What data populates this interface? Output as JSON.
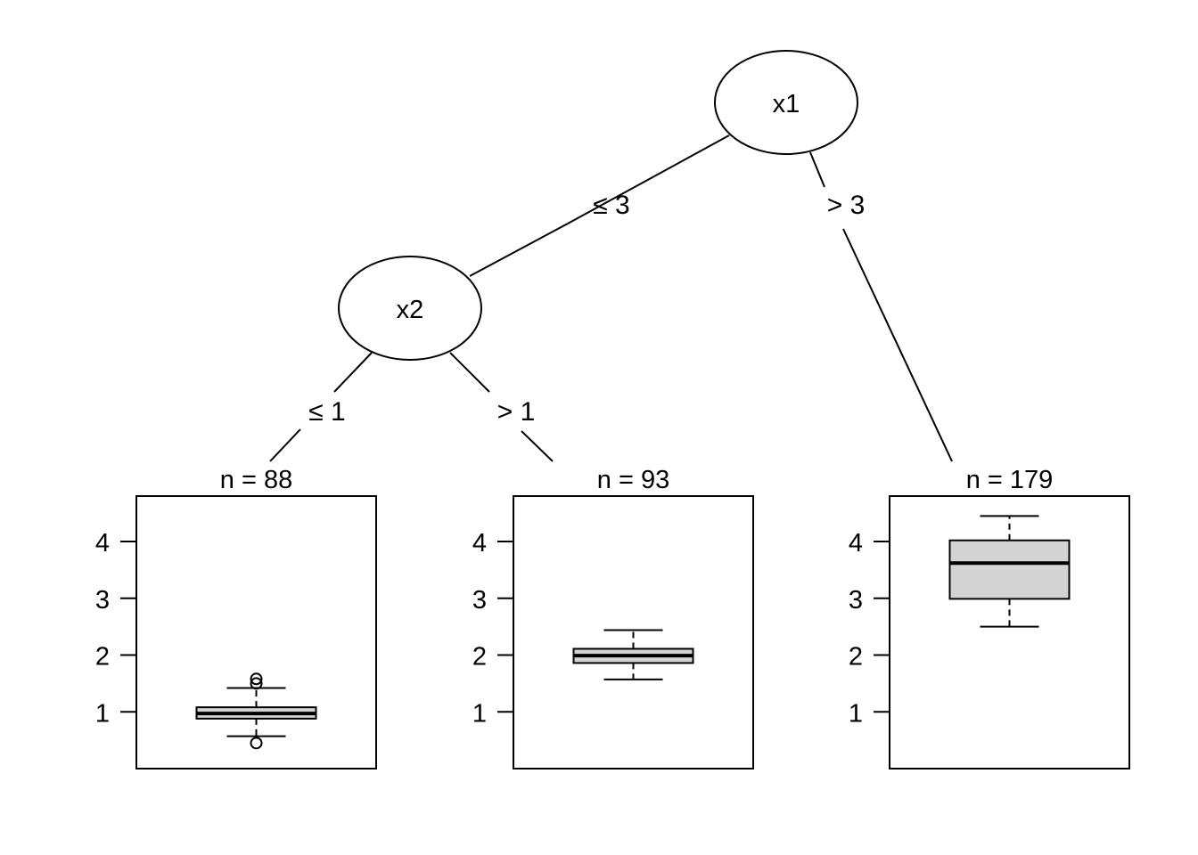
{
  "tree": {
    "nodes": [
      {
        "id": "x1",
        "label": "x1"
      },
      {
        "id": "x2",
        "label": "x2"
      }
    ],
    "edges": [
      {
        "from": "x1",
        "to": "x2",
        "label": "≤ 3"
      },
      {
        "from": "x1",
        "to": "leaf3",
        "label": "> 3"
      },
      {
        "from": "x2",
        "to": "leaf1",
        "label": "≤ 1"
      },
      {
        "from": "x2",
        "to": "leaf2",
        "label": "> 1"
      }
    ]
  },
  "chart_data": {
    "type": "boxplot",
    "ylim": [
      0,
      4.8
    ],
    "yticks": [
      "1",
      "2",
      "3",
      "4"
    ],
    "panels": [
      {
        "id": "leaf1",
        "title": "n = 88",
        "n": 88,
        "whisker_low": 0.57,
        "q1": 0.88,
        "median": 0.97,
        "q3": 1.08,
        "whisker_high": 1.42,
        "outliers": [
          0.45,
          1.5,
          1.58
        ]
      },
      {
        "id": "leaf2",
        "title": "n = 93",
        "n": 93,
        "whisker_low": 1.57,
        "q1": 1.86,
        "median": 1.99,
        "q3": 2.11,
        "whisker_high": 2.44,
        "outliers": []
      },
      {
        "id": "leaf3",
        "title": "n = 179",
        "n": 179,
        "whisker_low": 2.5,
        "q1": 2.99,
        "median": 3.62,
        "q3": 4.02,
        "whisker_high": 4.45,
        "outliers": []
      }
    ]
  }
}
